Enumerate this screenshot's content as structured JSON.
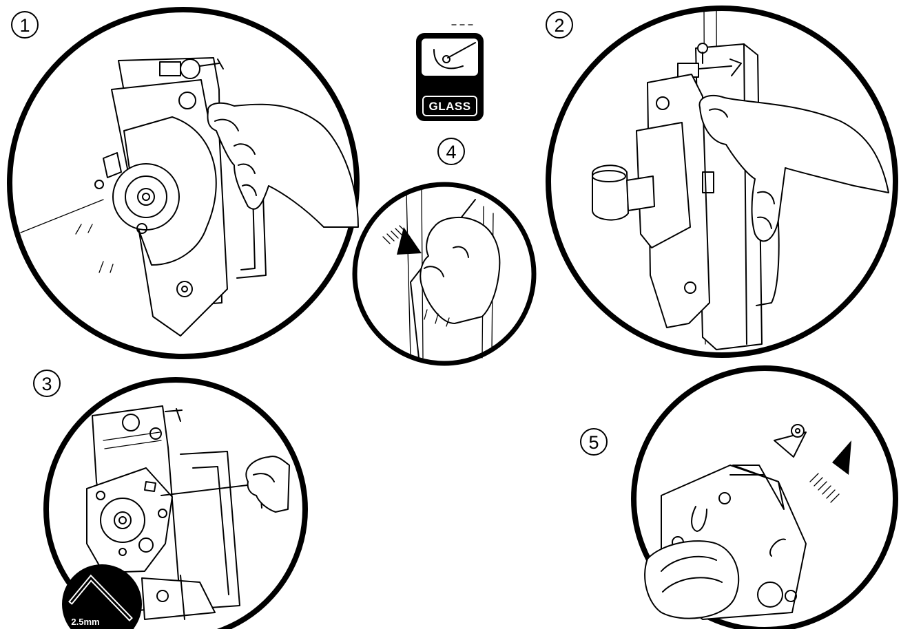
{
  "steps": [
    {
      "id": "step-1",
      "label": "1"
    },
    {
      "id": "step-2",
      "label": "2"
    },
    {
      "id": "step-3",
      "label": "3"
    },
    {
      "id": "step-4",
      "label": "4"
    },
    {
      "id": "step-5",
      "label": "5"
    }
  ],
  "glass_icon": {
    "label": "GLASS"
  },
  "hex_key": {
    "label": "2.5mm"
  }
}
